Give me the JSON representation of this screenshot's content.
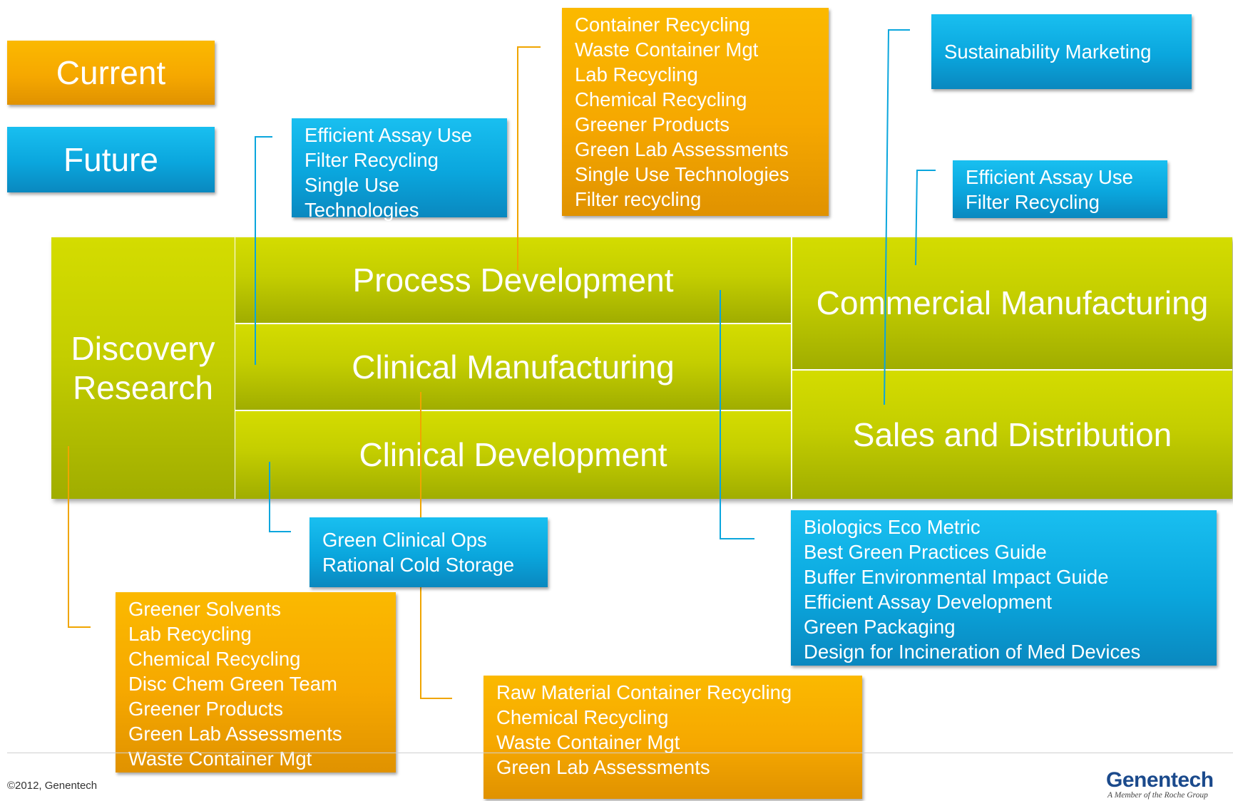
{
  "legend": {
    "current": "Current",
    "future": "Future"
  },
  "stages": {
    "discovery": "Discovery Research",
    "process": "Process Development",
    "clinical_mfg": "Clinical Manufacturing",
    "clinical_dev": "Clinical Development",
    "commercial": "Commercial Manufacturing",
    "sales": "Sales and Distribution"
  },
  "notes": {
    "process_current": [
      "Container Recycling",
      "Waste Container Mgt",
      "Lab Recycling",
      "Chemical Recycling",
      "Greener Products",
      "Green Lab Assessments",
      "Single Use Technologies",
      "Filter recycling"
    ],
    "discovery_future": [
      "Efficient Assay Use",
      "Filter Recycling",
      "Single Use",
      "Technologies"
    ],
    "sales_future": [
      "Sustainability Marketing"
    ],
    "commercial_future": [
      "Efficient Assay Use",
      "Filter Recycling"
    ],
    "clinical_dev_future": [
      "Green Clinical Ops",
      "Rational Cold Storage"
    ],
    "process_future": [
      "Biologics Eco Metric",
      "Best Green Practices Guide",
      "Buffer Environmental Impact Guide",
      "Efficient Assay Development",
      "Green Packaging",
      "Design for Incineration of Med Devices"
    ],
    "discovery_current": [
      "Greener Solvents",
      "Lab Recycling",
      "Chemical  Recycling",
      "Disc Chem Green Team",
      "Greener Products",
      "Green Lab Assessments",
      "Waste Container Mgt"
    ],
    "clinical_mfg_current": [
      "Raw Material Container Recycling",
      "Chemical Recycling",
      "Waste Container Mgt",
      "Green Lab Assessments"
    ]
  },
  "colors": {
    "current": "#f6a800",
    "future": "#0aa6dd",
    "stage": "#c4ce00",
    "connector_orange": "#f0a500",
    "connector_blue": "#0aa6dd"
  },
  "footer": {
    "copyright": "©2012, Genentech",
    "logo": "Genentech",
    "tagline": "A Member of the Roche Group"
  }
}
